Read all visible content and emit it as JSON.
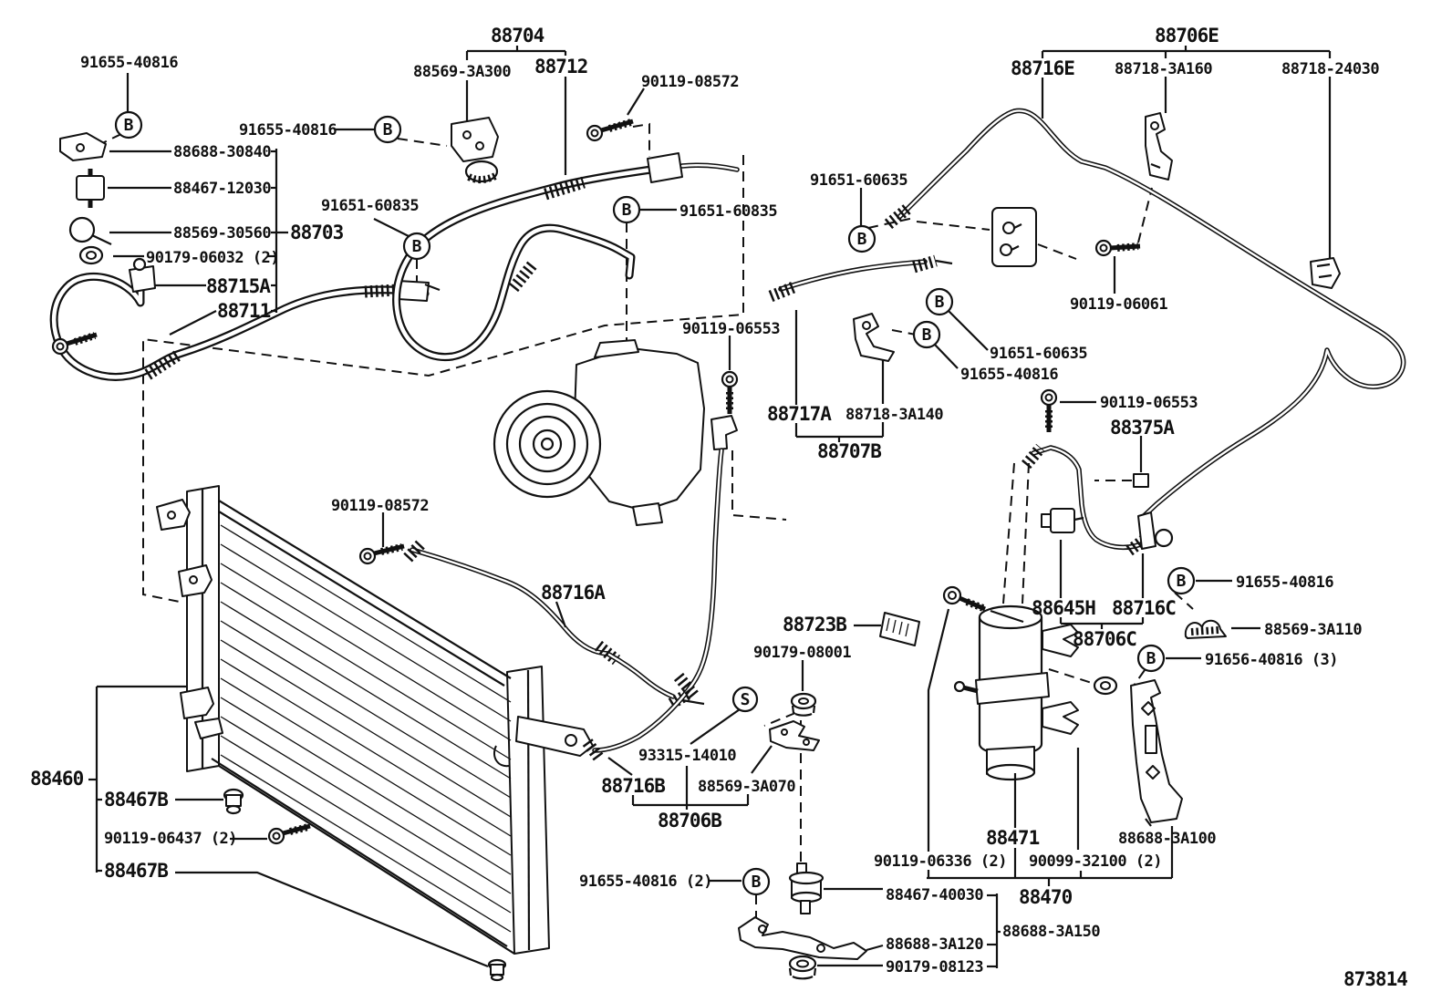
{
  "diagram": {
    "symbols": {
      "b": "B",
      "s": "S"
    },
    "labels": {
      "l01": "91655-40816",
      "l02": "88688-30840",
      "l03": "88467-12030",
      "l04": "88569-30560",
      "l05": "88703",
      "l06": "90179-06032 (2)",
      "l07": "88715A",
      "l08": "88711",
      "l09": "91655-40816",
      "l10": "88704",
      "l11": "88569-3A300",
      "l12": "88712",
      "l13": "90119-08572",
      "l14": "91651-60835",
      "l15": "91651-60835",
      "l16": "91651-60635",
      "l17": "90119-06061",
      "l18": "88706E",
      "l19": "88716E",
      "l20": "88718-3A160",
      "l21": "88718-24030",
      "l22": "91651-60635",
      "l23": "91655-40816",
      "l24": "88717A",
      "l25": "88718-3A140",
      "l26": "88707B",
      "l27": "90119-06553",
      "l28": "90119-08572",
      "l29": "88716A",
      "l30": "90119-06553",
      "l31": "88375A",
      "l32": "91655-40816",
      "l33": "88645H",
      "l34": "88716C",
      "l35": "88706C",
      "l36": "88569-3A110",
      "l37": "91656-40816 (3)",
      "l38": "88723B",
      "l39": "90179-08001",
      "l40": "93315-14010",
      "l41": "88716B",
      "l42": "88569-3A070",
      "l43": "88706B",
      "l44": "88460",
      "l45": "88467B",
      "l46": "90119-06437 (2)",
      "l47": "88467B",
      "l48": "91655-40816 (2)",
      "l49": "90119-06336 (2)",
      "l50": "88467-40030",
      "l51": "88688-3A120",
      "l52": "90179-08123",
      "l53": "88471",
      "l54": "90099-32100 (2)",
      "l55": "88470",
      "l56": "88688-3A150",
      "l57": "88688-3A100",
      "l58": "873814"
    }
  }
}
